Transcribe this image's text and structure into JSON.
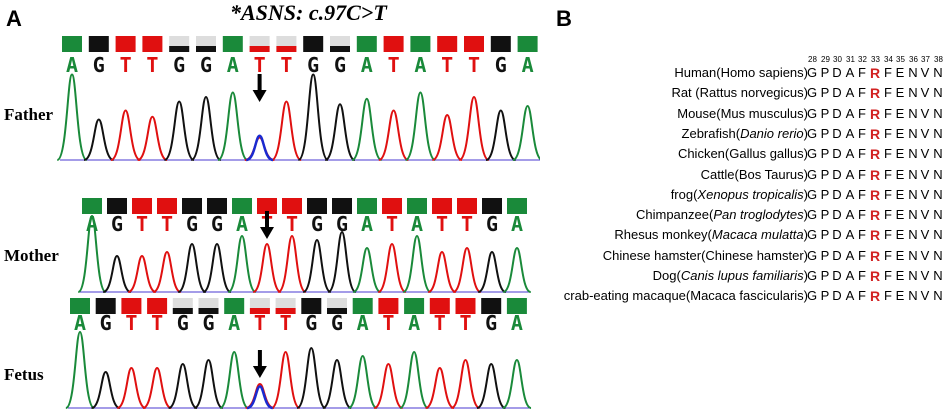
{
  "panel_a": {
    "letter": "A",
    "title": "*ASNS: c.97C>T",
    "tracks": [
      {
        "label": "Father",
        "sequence": [
          "A",
          "G",
          "T",
          "T",
          "G",
          "G",
          "A",
          "T",
          "T",
          "G",
          "G",
          "A",
          "T",
          "A",
          "T",
          "T",
          "G",
          "A"
        ],
        "quality_colors": [
          "#1a8a3a",
          "#111111",
          "#e01010",
          "#e01010",
          "#111111",
          "#111111",
          "#1a8a3a",
          "#e01010",
          "#e01010",
          "#111111",
          "#111111",
          "#1a8a3a",
          "#e01010",
          "#1a8a3a",
          "#e01010",
          "#e01010",
          "#111111",
          "#1a8a3a"
        ],
        "mutation_index": 7
      },
      {
        "label": "Mother",
        "sequence": [
          "A",
          "G",
          "T",
          "T",
          "G",
          "G",
          "A",
          "T",
          "T",
          "G",
          "G",
          "A",
          "T",
          "A",
          "T",
          "T",
          "G",
          "A"
        ],
        "quality_colors": [
          "#1a8a3a",
          "#111111",
          "#e01010",
          "#e01010",
          "#111111",
          "#111111",
          "#1a8a3a",
          "#e01010",
          "#e01010",
          "#111111",
          "#111111",
          "#1a8a3a",
          "#e01010",
          "#1a8a3a",
          "#e01010",
          "#e01010",
          "#111111",
          "#1a8a3a"
        ],
        "mutation_index": 7
      },
      {
        "label": "Fetus",
        "sequence": [
          "A",
          "G",
          "T",
          "T",
          "G",
          "G",
          "A",
          "T",
          "T",
          "G",
          "G",
          "A",
          "T",
          "A",
          "T",
          "T",
          "G",
          "A"
        ],
        "quality_colors": [
          "#1a8a3a",
          "#111111",
          "#e01010",
          "#e01010",
          "#111111",
          "#111111",
          "#1a8a3a",
          "#e01010",
          "#e01010",
          "#111111",
          "#111111",
          "#1a8a3a",
          "#e01010",
          "#1a8a3a",
          "#e01010",
          "#e01010",
          "#111111",
          "#1a8a3a"
        ],
        "mutation_index": 7
      }
    ],
    "base_colors": {
      "A": "#1a8a3a",
      "G": "#111111",
      "T": "#e01010",
      "C": "#1a2ad0"
    }
  },
  "panel_b": {
    "letter": "B",
    "positions": [
      "28",
      "29",
      "30",
      "31",
      "32",
      "33",
      "34",
      "35",
      "36",
      "37",
      "38"
    ],
    "highlight_index": 5,
    "highlight_color": "#d22222",
    "rows": [
      {
        "species": "Human(Homo sapiens)",
        "italic": "",
        "suffix": "",
        "residues": [
          "G",
          "P",
          "D",
          "A",
          "F",
          "R",
          "F",
          "E",
          "N",
          "V",
          "N"
        ]
      },
      {
        "species": "Rat (Rattus norvegicus)",
        "italic": "",
        "suffix": "",
        "residues": [
          "G",
          "P",
          "D",
          "A",
          "F",
          "R",
          "F",
          "E",
          "N",
          "V",
          "N"
        ]
      },
      {
        "species": "Mouse(Mus musculus)",
        "italic": "",
        "suffix": "",
        "residues": [
          "G",
          "P",
          "D",
          "A",
          "F",
          "R",
          "F",
          "E",
          "N",
          "V",
          "N"
        ]
      },
      {
        "species": "Zebrafish(",
        "italic": "Danio rerio",
        "suffix": ")",
        "residues": [
          "G",
          "P",
          "D",
          "A",
          "F",
          "R",
          "F",
          "E",
          "N",
          "V",
          "N"
        ]
      },
      {
        "species": "Chicken(Gallus gallus)",
        "italic": "",
        "suffix": "",
        "residues": [
          "G",
          "P",
          "D",
          "A",
          "F",
          "R",
          "F",
          "E",
          "N",
          "V",
          "N"
        ]
      },
      {
        "species": "Cattle(Bos Taurus)",
        "italic": "",
        "suffix": "",
        "residues": [
          "G",
          "P",
          "D",
          "A",
          "F",
          "R",
          "F",
          "E",
          "N",
          "V",
          "N"
        ]
      },
      {
        "species": "frog(",
        "italic": "Xenopus tropicalis",
        "suffix": ")",
        "residues": [
          "G",
          "P",
          "D",
          "A",
          "F",
          "R",
          "F",
          "E",
          "N",
          "V",
          "N"
        ]
      },
      {
        "species": "Chimpanzee(",
        "italic": "Pan troglodytes",
        "suffix": ")",
        "residues": [
          "G",
          "P",
          "D",
          "A",
          "F",
          "R",
          "F",
          "E",
          "N",
          "V",
          "N"
        ]
      },
      {
        "species": "Rhesus monkey(",
        "italic": "Macaca mulatta",
        "suffix": ")",
        "residues": [
          "G",
          "P",
          "D",
          "A",
          "F",
          "R",
          "F",
          "E",
          "N",
          "V",
          "N"
        ]
      },
      {
        "species": "Chinese hamster(Chinese hamster)",
        "italic": "",
        "suffix": "",
        "residues": [
          "G",
          "P",
          "D",
          "A",
          "F",
          "R",
          "F",
          "E",
          "N",
          "V",
          "N"
        ]
      },
      {
        "species": "Dog(",
        "italic": "Canis lupus familiaris",
        "suffix": ")",
        "residues": [
          "G",
          "P",
          "D",
          "A",
          "F",
          "R",
          "F",
          "E",
          "N",
          "V",
          "N"
        ]
      },
      {
        "species": "crab-eating macaque(Macaca fascicularis)",
        "italic": "",
        "suffix": "",
        "residues": [
          "G",
          "P",
          "D",
          "A",
          "F",
          "R",
          "F",
          "E",
          "N",
          "V",
          "N"
        ]
      }
    ]
  }
}
